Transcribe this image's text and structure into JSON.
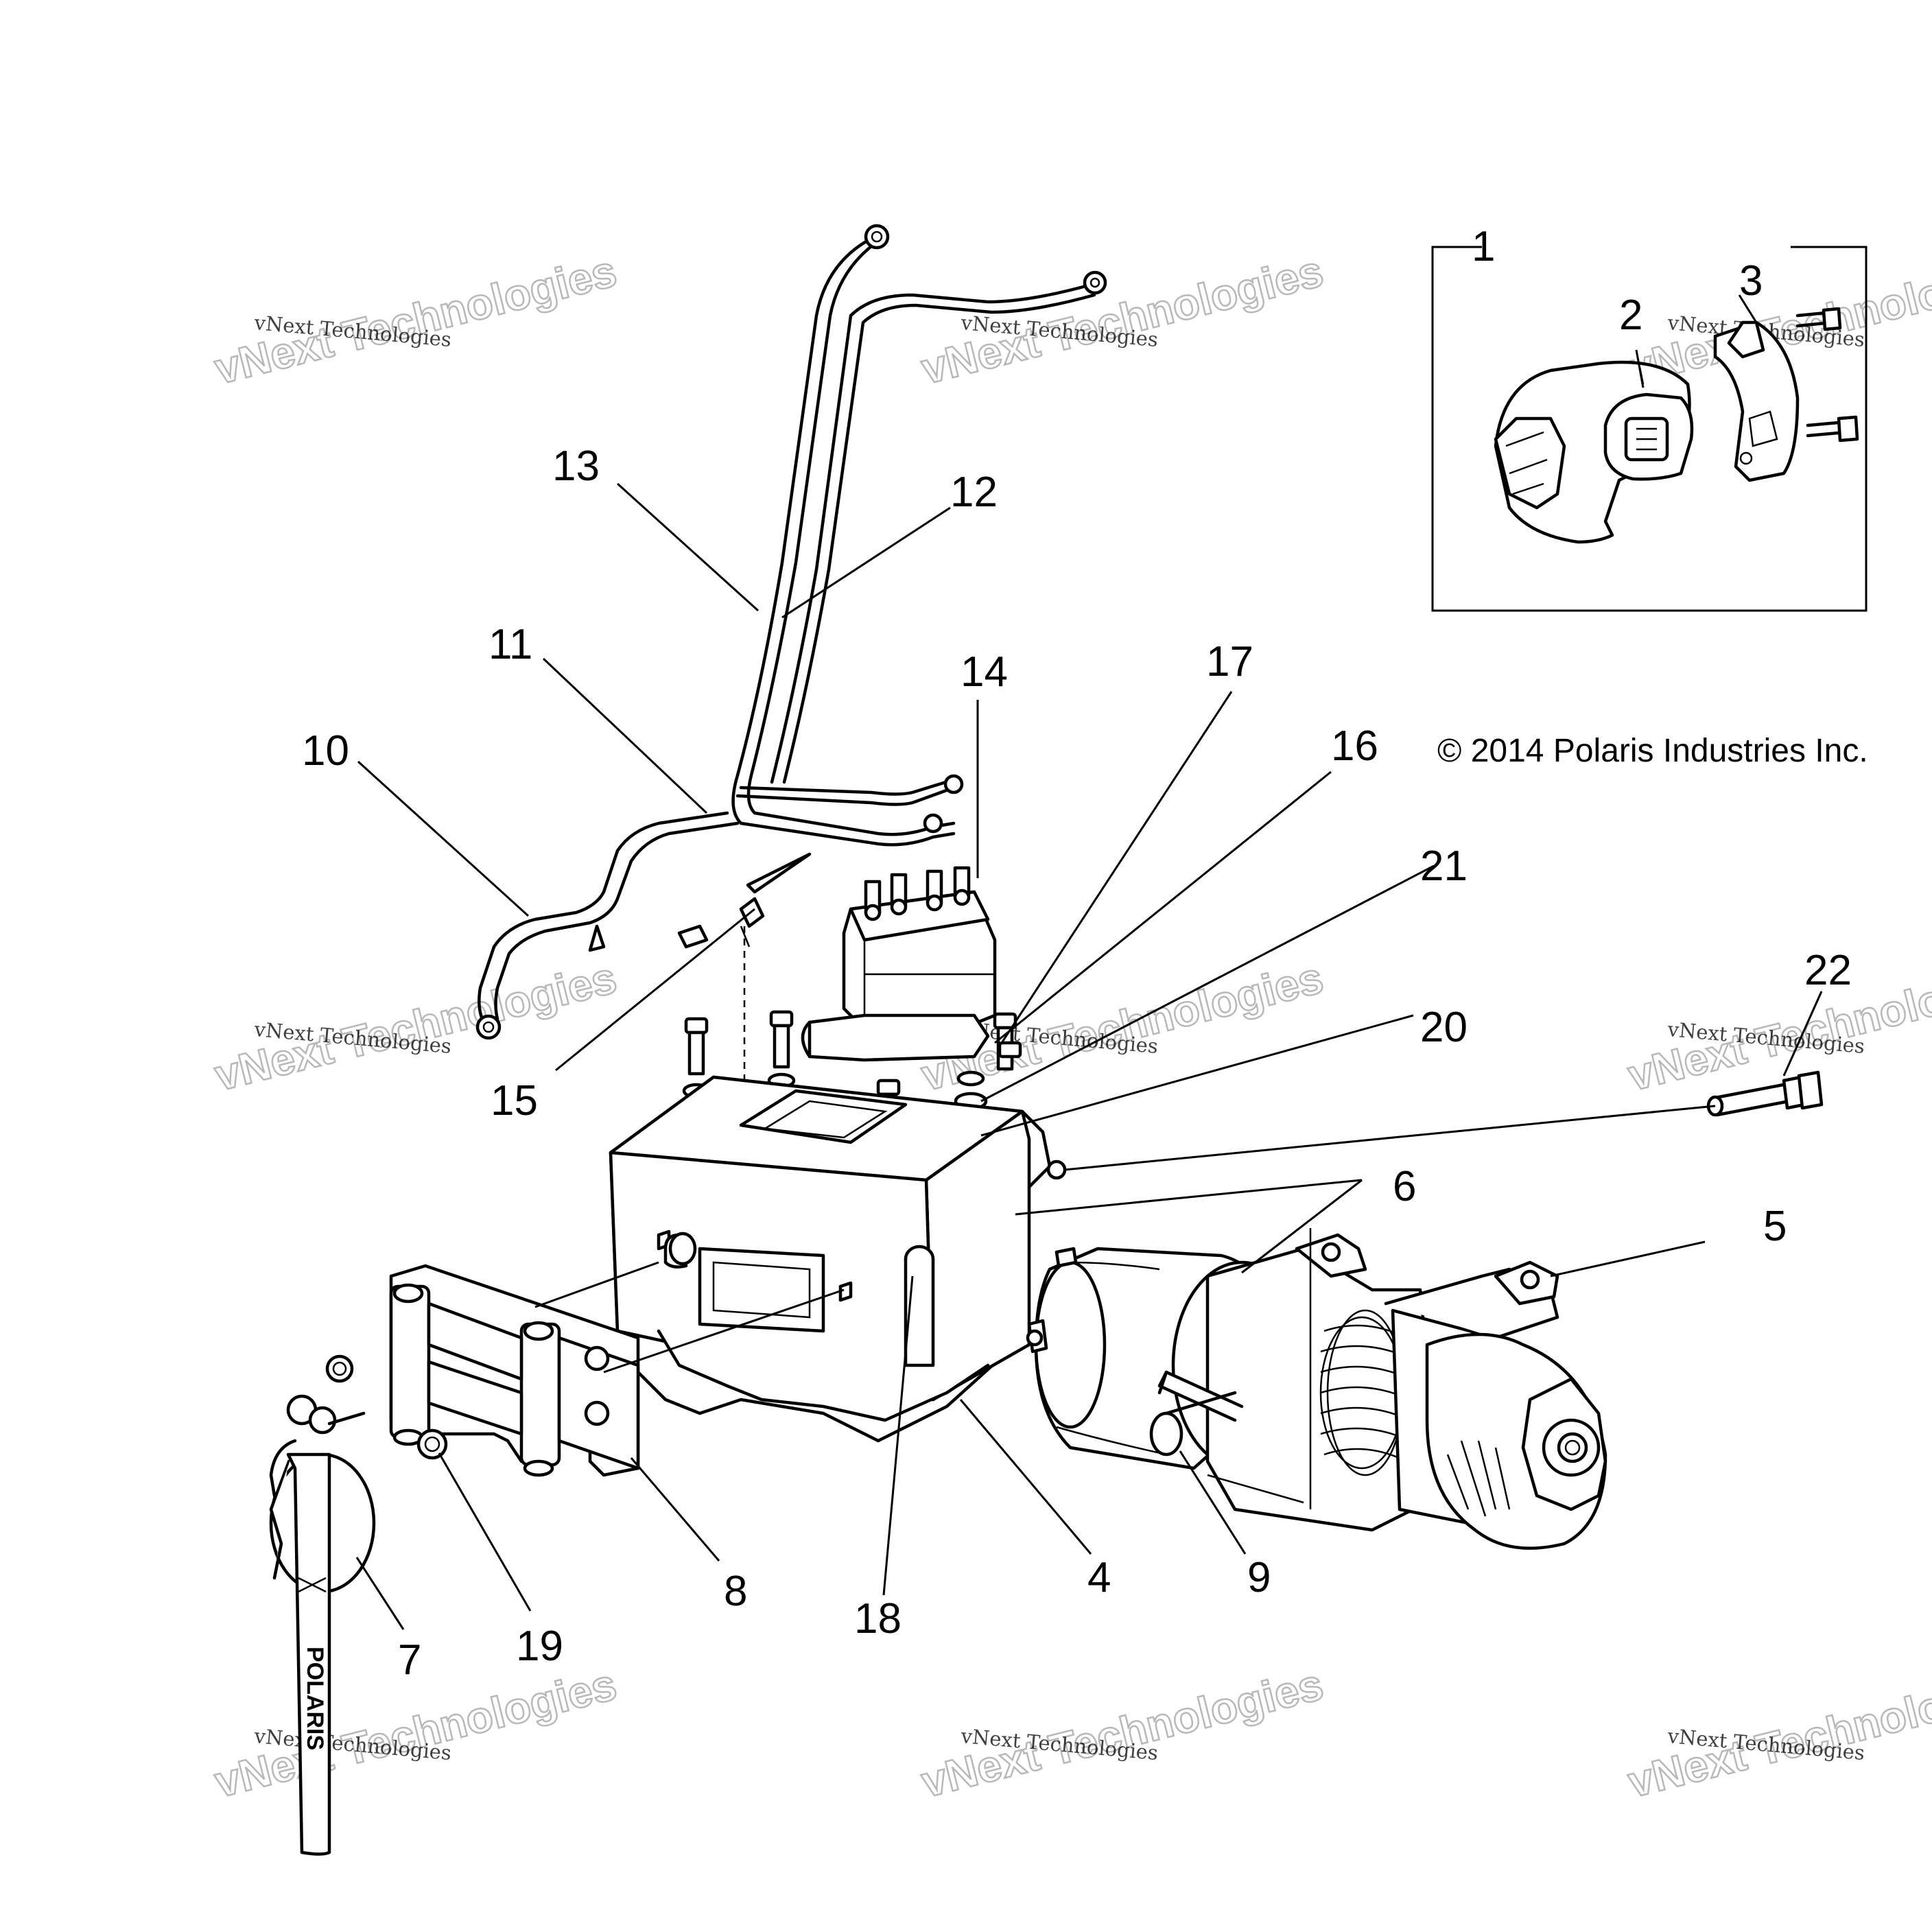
{
  "callouts": {
    "c1": "1",
    "c2": "2",
    "c3": "3",
    "c4": "4",
    "c5": "5",
    "c6": "6",
    "c7": "7",
    "c8": "8",
    "c9": "9",
    "c10": "10",
    "c11": "11",
    "c12": "12",
    "c13": "13",
    "c14": "14",
    "c15": "15",
    "c16": "16",
    "c17": "17",
    "c18": "18",
    "c19": "19",
    "c20": "20",
    "c21": "21",
    "c22": "22"
  },
  "copyright": "© 2014 Polaris Industries Inc.",
  "strap_brand": "POLARIS",
  "watermark": {
    "line1": "vNext Technologies",
    "line2": "vNext Technologies"
  }
}
